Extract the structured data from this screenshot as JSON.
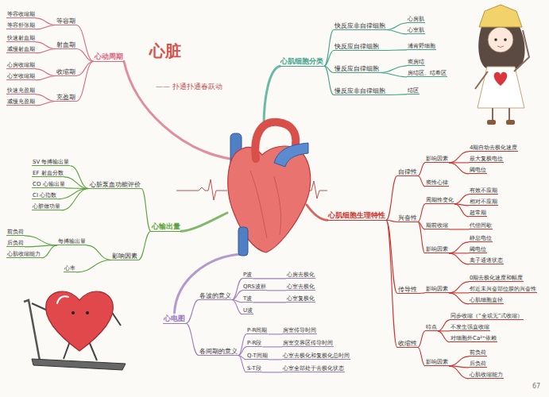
{
  "diagram": {
    "title": "心脏",
    "nodes": [
      {
        "text": [
          "心动周期"
        ]
      },
      {
        "text": [
          "等容期"
        ]
      },
      {
        "text": [
          "等容收缩期"
        ]
      },
      {
        "text": [
          "等容舒张期"
        ]
      },
      {
        "text": [
          "射血期"
        ]
      },
      {
        "text": [
          "快速射血期"
        ]
      },
      {
        "text": [
          "减慢射血期"
        ]
      },
      {
        "text": [
          "收缩期"
        ]
      },
      {
        "text": [
          "心房收缩期"
        ]
      },
      {
        "text": [
          "心室收缩期"
        ]
      },
      {
        "text": [
          "充盈期"
        ]
      },
      {
        "text": [
          "快速充盈期"
        ]
      },
      {
        "text": [
          "减慢充盈期"
        ]
      },
      {
        "text": [
          "心肌细胞分类"
        ]
      },
      {
        "text": [
          "快反应非自律细胞"
        ]
      },
      {
        "text": [
          "心房肌"
        ]
      },
      {
        "text": [
          "心室肌"
        ]
      },
      {
        "text": [
          "快反应自律细胞"
        ]
      },
      {
        "text": [
          "浦肯野细胞"
        ]
      },
      {
        "text": [
          "慢反应自律细胞"
        ]
      },
      {
        "text": [
          "窦房结"
        ]
      },
      {
        "text": [
          "房结区、结希区"
        ]
      },
      {
        "text": [
          "慢反应非自律细胞"
        ]
      },
      {
        "text": [
          "结区"
        ]
      },
      {
        "text": [
          "心肌细胞生理特性"
        ]
      },
      {
        "text": [
          "自律性"
        ]
      },
      {
        "text": [
          "影响因素"
        ]
      },
      {
        "text": [
          "4期自动去极化速度"
        ]
      },
      {
        "text": [
          "最大复极电位"
        ]
      },
      {
        "text": [
          "阈电位"
        ]
      },
      {
        "text": [
          "窦性心律"
        ]
      },
      {
        "text": [
          "兴奋性"
        ]
      },
      {
        "text": [
          "周期性变化"
        ]
      },
      {
        "text": [
          "有效不应期"
        ]
      },
      {
        "text": [
          "相对不应期"
        ]
      },
      {
        "text": [
          "超常期"
        ]
      },
      {
        "text": [
          "期前收缩"
        ]
      },
      {
        "text": [
          "代偿间歇"
        ]
      },
      {
        "text": [
          "影响因素"
        ]
      },
      {
        "text": [
          "静息电位"
        ]
      },
      {
        "text": [
          "阈电位"
        ]
      },
      {
        "text": [
          "离子通道状态"
        ]
      },
      {
        "text": [
          "传导性"
        ]
      },
      {
        "text": [
          "影响因素"
        ]
      },
      {
        "text": [
          "0期去极化速度和幅度"
        ]
      },
      {
        "text": [
          "邻近未兴奋部位膜的兴奋性"
        ]
      },
      {
        "text": [
          "心肌细胞直径"
        ]
      },
      {
        "text": [
          "收缩性"
        ]
      },
      {
        "text": [
          "特点"
        ]
      },
      {
        "text": [
          "同步收缩（“全或无”式收缩）"
        ]
      },
      {
        "text": [
          "不发生强直收缩"
        ]
      },
      {
        "text": [
          "对细胞外Ca²⁺依赖"
        ]
      },
      {
        "text": [
          "影响因素"
        ]
      },
      {
        "text": [
          "前负荷"
        ]
      },
      {
        "text": [
          "后负荷"
        ]
      },
      {
        "text": [
          "心肌收缩能力"
        ]
      },
      {
        "text": [
          "心电图"
        ]
      },
      {
        "text": [
          "各波的意义"
        ]
      },
      {
        "text": [
          "P波"
        ]
      },
      {
        "text": [
          "心房去极化"
        ]
      },
      {
        "text": [
          "QRS波群"
        ]
      },
      {
        "text": [
          "心室去极化"
        ]
      },
      {
        "text": [
          "T波"
        ]
      },
      {
        "text": [
          "心室复极化"
        ]
      },
      {
        "text": [
          "U波"
        ]
      },
      {
        "text": [
          "各间期的意义"
        ]
      },
      {
        "text": [
          "P-R间期"
        ]
      },
      {
        "text": [
          "房室传导时间"
        ]
      },
      {
        "text": [
          "P-R段"
        ]
      },
      {
        "text": [
          "房室交界区传导时间"
        ]
      },
      {
        "text": [
          "Q-T间期"
        ]
      },
      {
        "text": [
          "心室去极化和复极化总时间"
        ]
      },
      {
        "text": [
          "S-T段"
        ]
      },
      {
        "text": [
          "心室全部处于去极化状态"
        ]
      },
      {
        "text": [
          "心输出量"
        ]
      },
      {
        "text": [
          "心脏泵血功能评价"
        ]
      },
      {
        "text": [
          "SV 每搏输出量"
        ]
      },
      {
        "text": [
          "EF 射血分数"
        ]
      },
      {
        "text": [
          "CO 心输出量"
        ]
      },
      {
        "text": [
          "CI 心指数"
        ]
      },
      {
        "text": [
          "心脏做功量"
        ]
      },
      {
        "text": [
          "影响因素"
        ]
      },
      {
        "text": [
          "每搏输出量"
        ]
      },
      {
        "text": [
          "前负荷"
        ]
      },
      {
        "text": [
          "后负荷"
        ]
      },
      {
        "text": [
          "心肌收缩能力"
        ]
      },
      {
        "text": [
          "心率"
        ]
      }
    ],
    "edges": [
      {
        "from": 0,
        "to": 1,
        "arrow": "none"
      },
      {
        "from": 0,
        "to": 4,
        "arrow": "none"
      },
      {
        "from": 0,
        "to": 7,
        "arrow": "none"
      },
      {
        "from": 0,
        "to": 10,
        "arrow": "none"
      },
      {
        "from": 1,
        "to": 2,
        "arrow": "none"
      },
      {
        "from": 1,
        "to": 3,
        "arrow": "none"
      },
      {
        "from": 4,
        "to": 5,
        "arrow": "none"
      },
      {
        "from": 4,
        "to": 6,
        "arrow": "none"
      },
      {
        "from": 7,
        "to": 8,
        "arrow": "none"
      },
      {
        "from": 7,
        "to": 9,
        "arrow": "none"
      },
      {
        "from": 10,
        "to": 11,
        "arrow": "none"
      },
      {
        "from": 10,
        "to": 12,
        "arrow": "none"
      },
      {
        "from": 13,
        "to": 14,
        "arrow": "none"
      },
      {
        "from": 13,
        "to": 17,
        "arrow": "none"
      },
      {
        "from": 13,
        "to": 19,
        "arrow": "none"
      },
      {
        "from": 13,
        "to": 22,
        "arrow": "none"
      },
      {
        "from": 14,
        "to": 15,
        "arrow": "none"
      },
      {
        "from": 14,
        "to": 16,
        "arrow": "none"
      },
      {
        "from": 17,
        "to": 18,
        "arrow": "none"
      },
      {
        "from": 19,
        "to": 20,
        "arrow": "none"
      },
      {
        "from": 19,
        "to": 21,
        "arrow": "none"
      },
      {
        "from": 22,
        "to": 23,
        "arrow": "none"
      },
      {
        "from": 24,
        "to": 25,
        "arrow": "none"
      },
      {
        "from": 24,
        "to": 31,
        "arrow": "none"
      },
      {
        "from": 24,
        "to": 42,
        "arrow": "none"
      },
      {
        "from": 24,
        "to": 47,
        "arrow": "none"
      },
      {
        "from": 25,
        "to": 26,
        "arrow": "none"
      },
      {
        "from": 25,
        "to": 30,
        "arrow": "none"
      },
      {
        "from": 26,
        "to": 27,
        "arrow": "none"
      },
      {
        "from": 26,
        "to": 28,
        "arrow": "none"
      },
      {
        "from": 26,
        "to": 29,
        "arrow": "none"
      },
      {
        "from": 31,
        "to": 32,
        "arrow": "none"
      },
      {
        "from": 31,
        "to": 36,
        "arrow": "none"
      },
      {
        "from": 31,
        "to": 38,
        "arrow": "none"
      },
      {
        "from": 32,
        "to": 33,
        "arrow": "none"
      },
      {
        "from": 32,
        "to": 34,
        "arrow": "none"
      },
      {
        "from": 32,
        "to": 35,
        "arrow": "none"
      },
      {
        "from": 36,
        "to": 37,
        "arrow": "none"
      },
      {
        "from": 38,
        "to": 39,
        "arrow": "none"
      },
      {
        "from": 38,
        "to": 40,
        "arrow": "none"
      },
      {
        "from": 38,
        "to": 41,
        "arrow": "none"
      },
      {
        "from": 42,
        "to": 43,
        "arrow": "none"
      },
      {
        "from": 43,
        "to": 44,
        "arrow": "none"
      },
      {
        "from": 43,
        "to": 45,
        "arrow": "none"
      },
      {
        "from": 43,
        "to": 46,
        "arrow": "none"
      },
      {
        "from": 47,
        "to": 48,
        "arrow": "none"
      },
      {
        "from": 47,
        "to": 52,
        "arrow": "none"
      },
      {
        "from": 48,
        "to": 49,
        "arrow": "none"
      },
      {
        "from": 48,
        "to": 50,
        "arrow": "none"
      },
      {
        "from": 48,
        "to": 51,
        "arrow": "none"
      },
      {
        "from": 52,
        "to": 53,
        "arrow": "none"
      },
      {
        "from": 52,
        "to": 54,
        "arrow": "none"
      },
      {
        "from": 52,
        "to": 55,
        "arrow": "none"
      },
      {
        "from": 56,
        "to": 57,
        "arrow": "none"
      },
      {
        "from": 56,
        "to": 65,
        "arrow": "none"
      },
      {
        "from": 57,
        "to": 58,
        "arrow": "none"
      },
      {
        "from": 57,
        "to": 60,
        "arrow": "none"
      },
      {
        "from": 57,
        "to": 62,
        "arrow": "none"
      },
      {
        "from": 57,
        "to": 64,
        "arrow": "none"
      },
      {
        "from": 58,
        "to": 59,
        "arrow": "none"
      },
      {
        "from": 60,
        "to": 61,
        "arrow": "none"
      },
      {
        "from": 62,
        "to": 63,
        "arrow": "none"
      },
      {
        "from": 65,
        "to": 66,
        "arrow": "none"
      },
      {
        "from": 65,
        "to": 68,
        "arrow": "none"
      },
      {
        "from": 65,
        "to": 70,
        "arrow": "none"
      },
      {
        "from": 65,
        "to": 72,
        "arrow": "none"
      },
      {
        "from": 66,
        "to": 67,
        "arrow": "none"
      },
      {
        "from": 68,
        "to": 69,
        "arrow": "none"
      },
      {
        "from": 70,
        "to": 71,
        "arrow": "none"
      },
      {
        "from": 72,
        "to": 73,
        "arrow": "none"
      },
      {
        "from": 74,
        "to": 75,
        "arrow": "none"
      },
      {
        "from": 74,
        "to": 81,
        "arrow": "none"
      },
      {
        "from": 75,
        "to": 76,
        "arrow": "none"
      },
      {
        "from": 75,
        "to": 77,
        "arrow": "none"
      },
      {
        "from": 75,
        "to": 78,
        "arrow": "none"
      },
      {
        "from": 75,
        "to": 79,
        "arrow": "none"
      },
      {
        "from": 75,
        "to": 80,
        "arrow": "none"
      },
      {
        "from": 81,
        "to": 82,
        "arrow": "none"
      },
      {
        "from": 81,
        "to": 86,
        "arrow": "none"
      },
      {
        "from": 82,
        "to": 83,
        "arrow": "none"
      },
      {
        "from": 82,
        "to": 84,
        "arrow": "none"
      },
      {
        "from": 82,
        "to": 85,
        "arrow": "none"
      }
    ],
    "labels": [
      "—— 扑通扑通春跃动",
      "67"
    ]
  }
}
